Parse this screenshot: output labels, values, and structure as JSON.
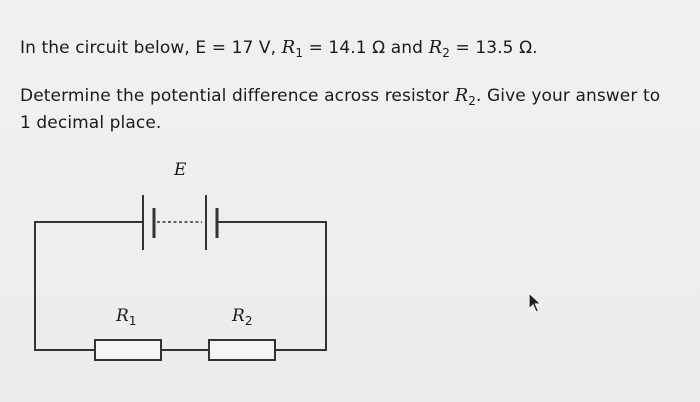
{
  "question": {
    "line1": {
      "intro": "In the circuit below, E = 17 V, ",
      "r1_symbol": "R",
      "r1_sub": "1",
      "r1_value": " = 14.1 Ω and ",
      "r2_symbol": "R",
      "r2_sub": "2",
      "r2_value": " = 13.5 Ω."
    },
    "line2": {
      "text_before": "Determine the potential difference across resistor ",
      "r2_symbol": "R",
      "r2_sub": "2",
      "text_after": ". Give your answer to"
    },
    "line3": {
      "text": "1 decimal place."
    }
  },
  "circuit": {
    "battery_label": "E",
    "resistor1_label_symbol": "R",
    "resistor1_label_sub": "1",
    "resistor2_label_symbol": "R",
    "resistor2_label_sub": "2"
  },
  "colors": {
    "background": "#efefef",
    "wire": "#333333",
    "text": "#1a1a1a"
  },
  "icons": {
    "cursor": "mouse-pointer-icon"
  }
}
